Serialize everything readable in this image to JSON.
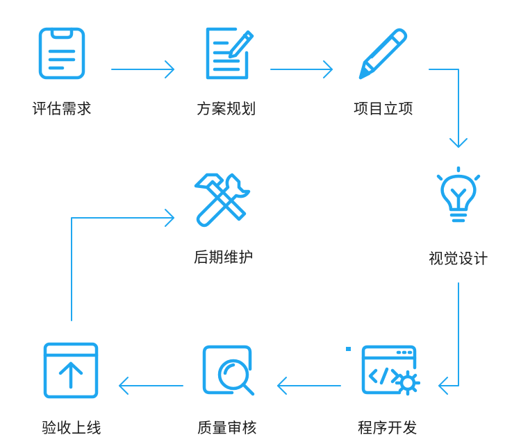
{
  "colors": {
    "accent": "#1FA7F0",
    "text": "#1a1a1a"
  },
  "steps": [
    {
      "label": "评估需求",
      "icon": "clipboard-icon"
    },
    {
      "label": "方案规划",
      "icon": "document-edit-icon"
    },
    {
      "label": "项目立项",
      "icon": "pencil-icon"
    },
    {
      "label": "视觉设计",
      "icon": "lightbulb-icon"
    },
    {
      "label": "程序开发",
      "icon": "code-gear-icon"
    },
    {
      "label": "质量审核",
      "icon": "magnifier-icon"
    },
    {
      "label": "验收上线",
      "icon": "upload-icon"
    },
    {
      "label": "后期维护",
      "icon": "tools-icon"
    }
  ]
}
